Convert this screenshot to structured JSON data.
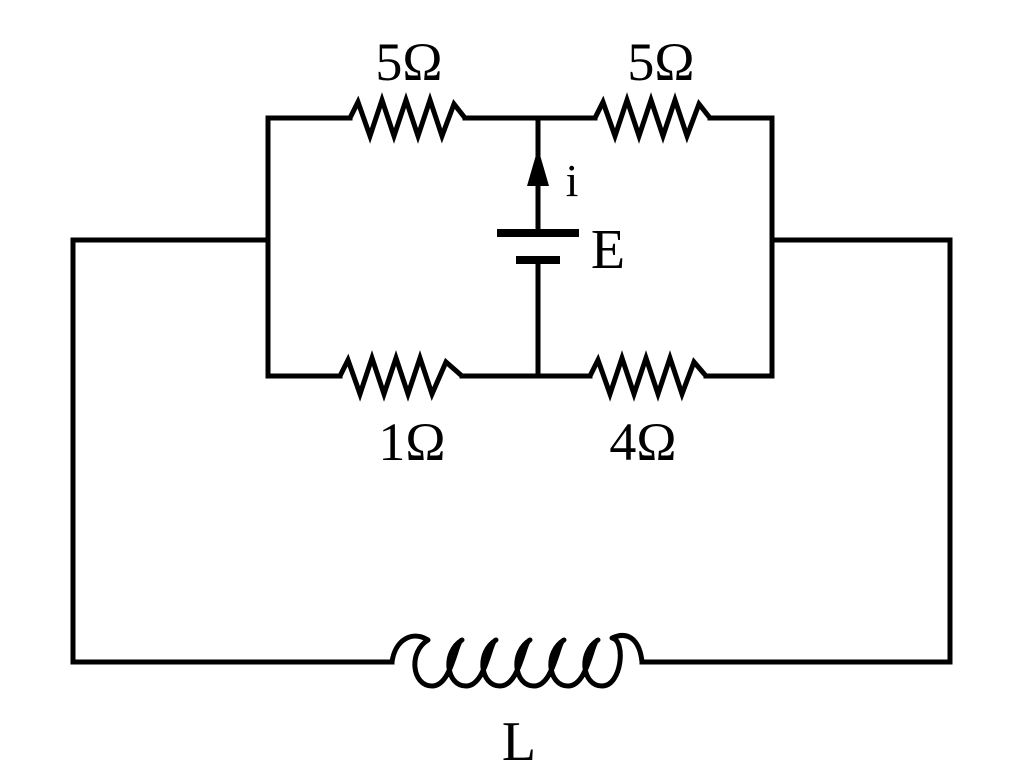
{
  "resistors": {
    "top_left": "5Ω",
    "top_right": "5Ω",
    "bottom_left": "1Ω",
    "bottom_right": "4Ω"
  },
  "battery": {
    "label": "E"
  },
  "current": {
    "label": "i"
  },
  "inductor": {
    "label": "L"
  }
}
